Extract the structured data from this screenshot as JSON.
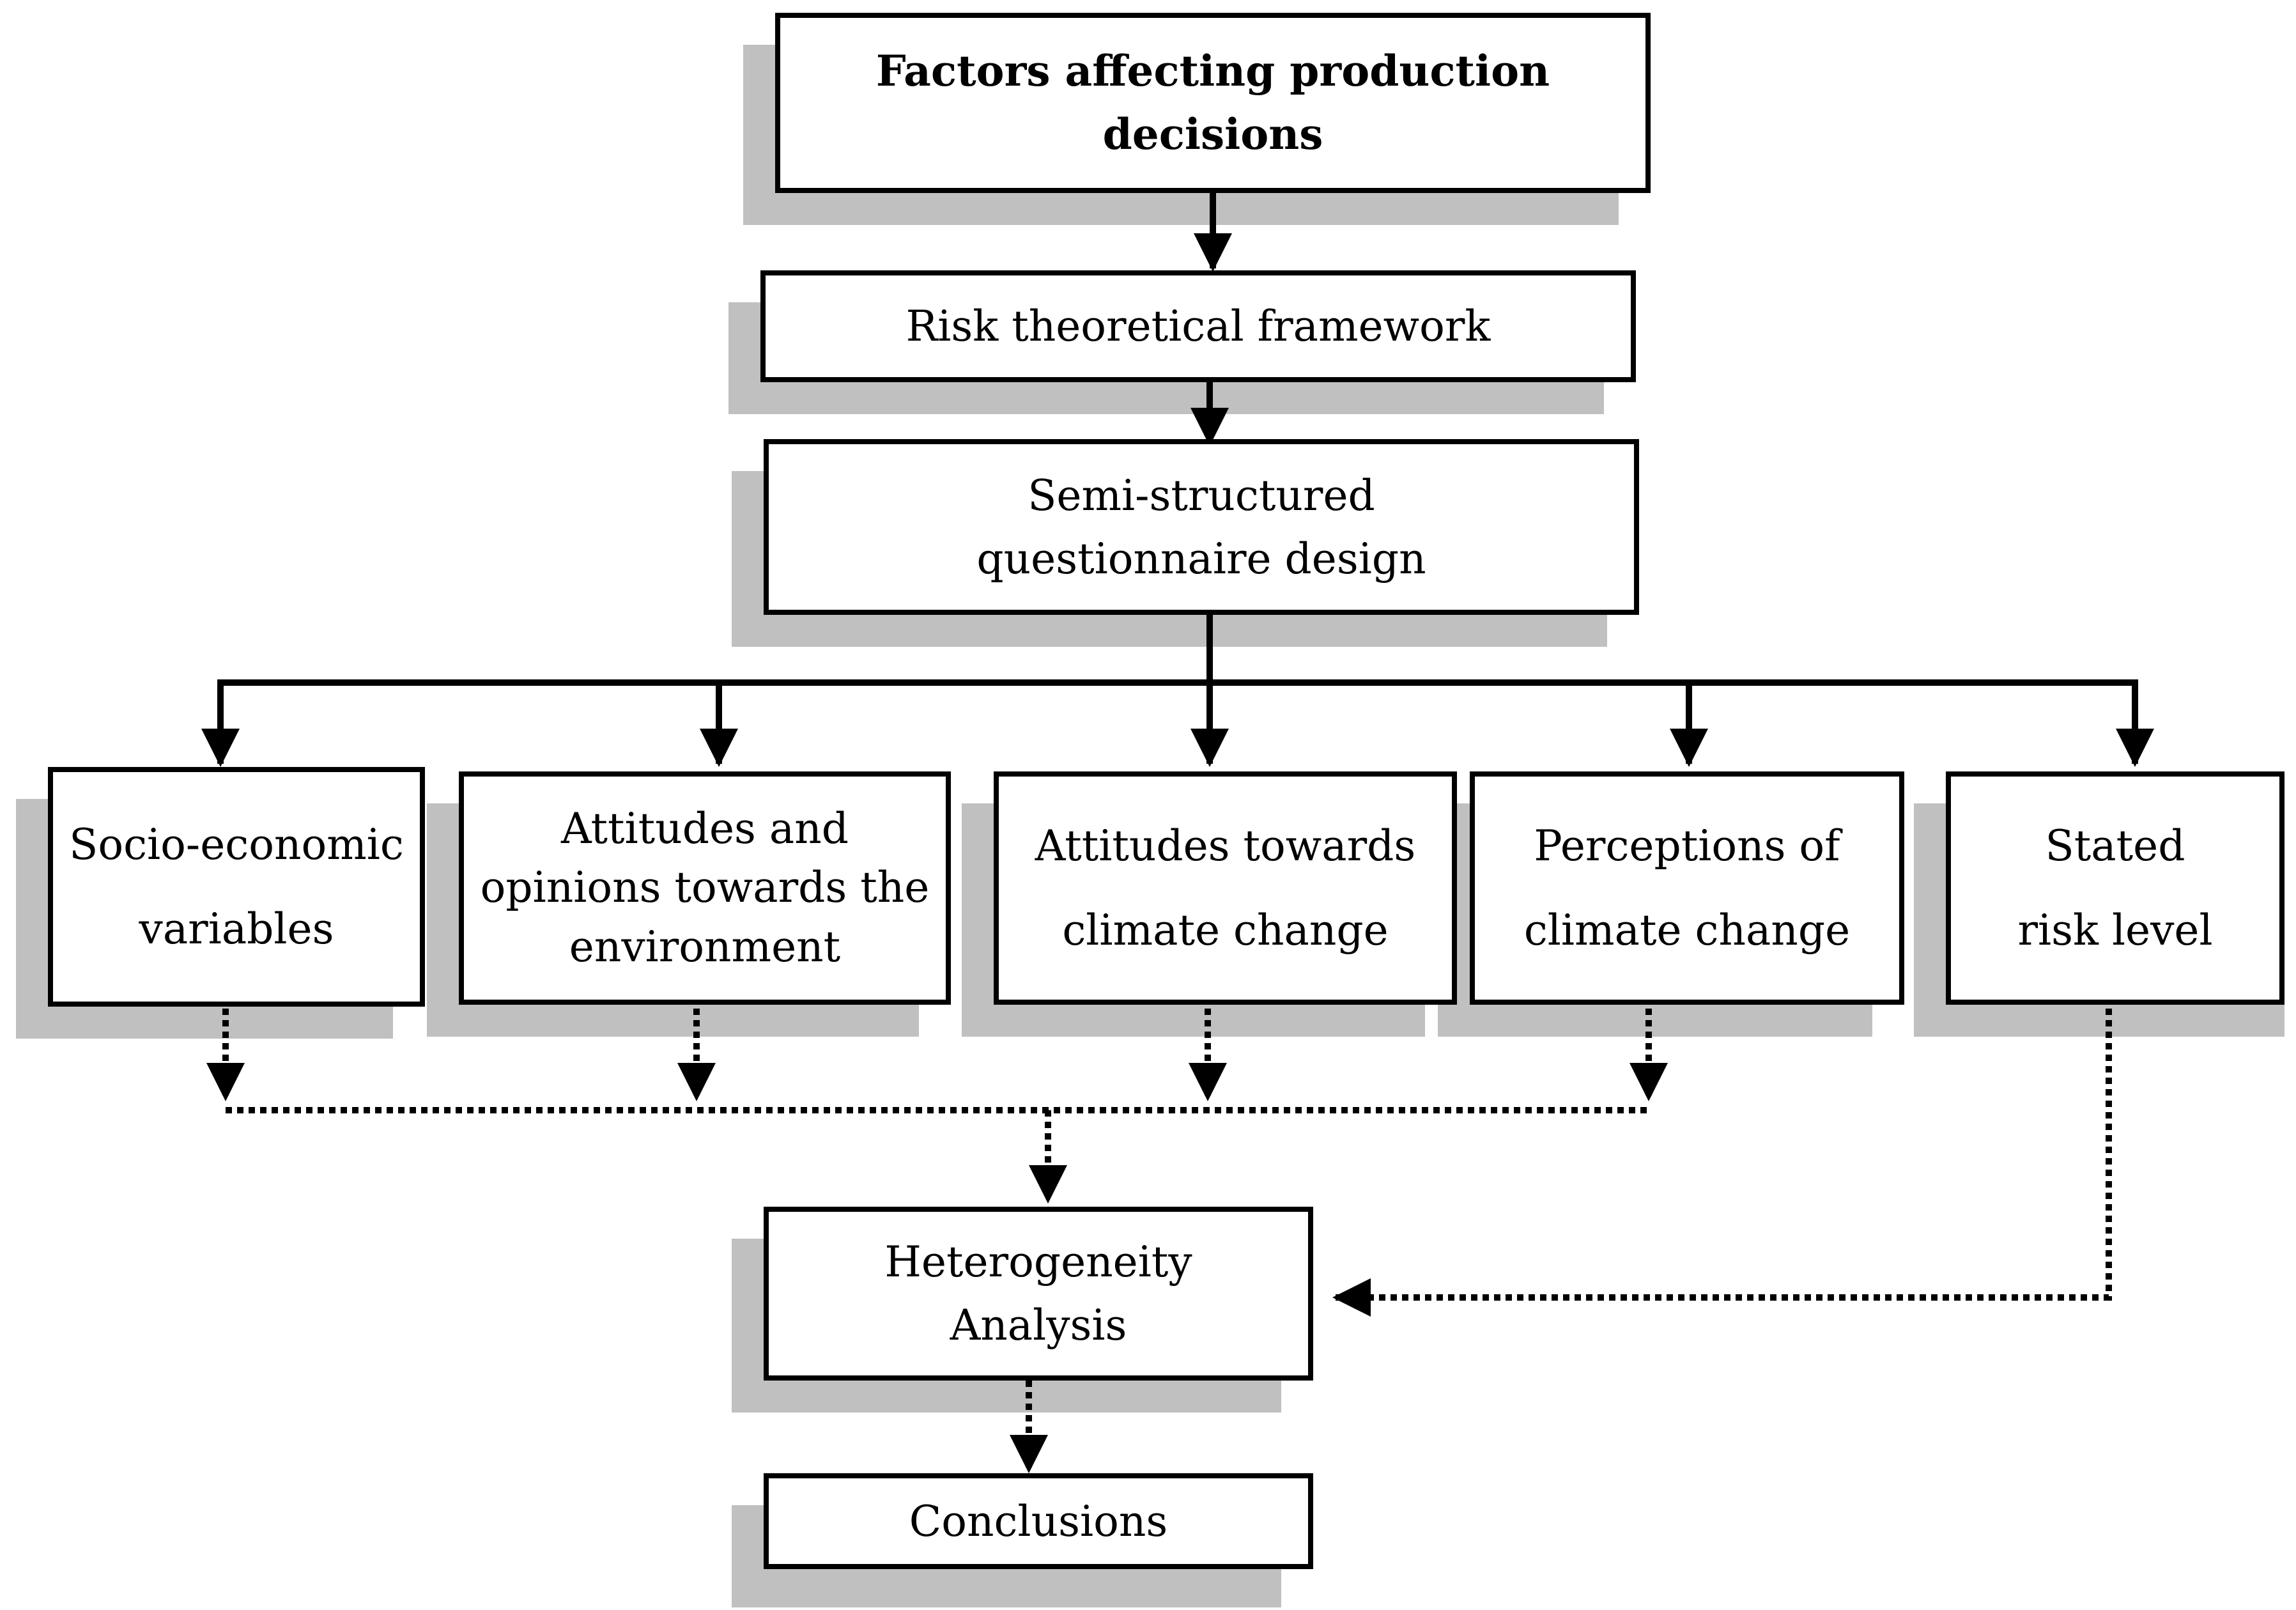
{
  "nodes": {
    "factors": "Factors affecting production\ndecisions",
    "risk_framework": "Risk theoretical framework",
    "questionnaire": "Semi-structured\nquestionnaire design",
    "socio_economic": "Socio-economic\nvariables",
    "attitudes_environment": "Attitudes and\nopinions towards the\nenvironment",
    "attitudes_climate": "Attitudes towards\nclimate change",
    "perceptions_climate": "Perceptions of\nclimate change",
    "stated_risk": "Stated\nrisk level",
    "heterogeneity": "Heterogeneity\nAnalysis",
    "conclusions": "Conclusions"
  },
  "edges": [
    {
      "from": "factors",
      "to": "risk_framework",
      "style": "solid"
    },
    {
      "from": "risk_framework",
      "to": "questionnaire",
      "style": "solid"
    },
    {
      "from": "questionnaire",
      "to": "socio_economic",
      "style": "solid"
    },
    {
      "from": "questionnaire",
      "to": "attitudes_environment",
      "style": "solid"
    },
    {
      "from": "questionnaire",
      "to": "attitudes_climate",
      "style": "solid"
    },
    {
      "from": "questionnaire",
      "to": "perceptions_climate",
      "style": "solid"
    },
    {
      "from": "questionnaire",
      "to": "stated_risk",
      "style": "solid"
    },
    {
      "from": "socio_economic",
      "to": "heterogeneity",
      "style": "dotted"
    },
    {
      "from": "attitudes_environment",
      "to": "heterogeneity",
      "style": "dotted"
    },
    {
      "from": "attitudes_climate",
      "to": "heterogeneity",
      "style": "dotted"
    },
    {
      "from": "perceptions_climate",
      "to": "heterogeneity",
      "style": "dotted"
    },
    {
      "from": "stated_risk",
      "to": "heterogeneity",
      "style": "dotted"
    },
    {
      "from": "heterogeneity",
      "to": "conclusions",
      "style": "dotted"
    }
  ],
  "colors": {
    "border": "#000000",
    "shadow": "#c0c0c0",
    "fill": "#ffffff"
  }
}
